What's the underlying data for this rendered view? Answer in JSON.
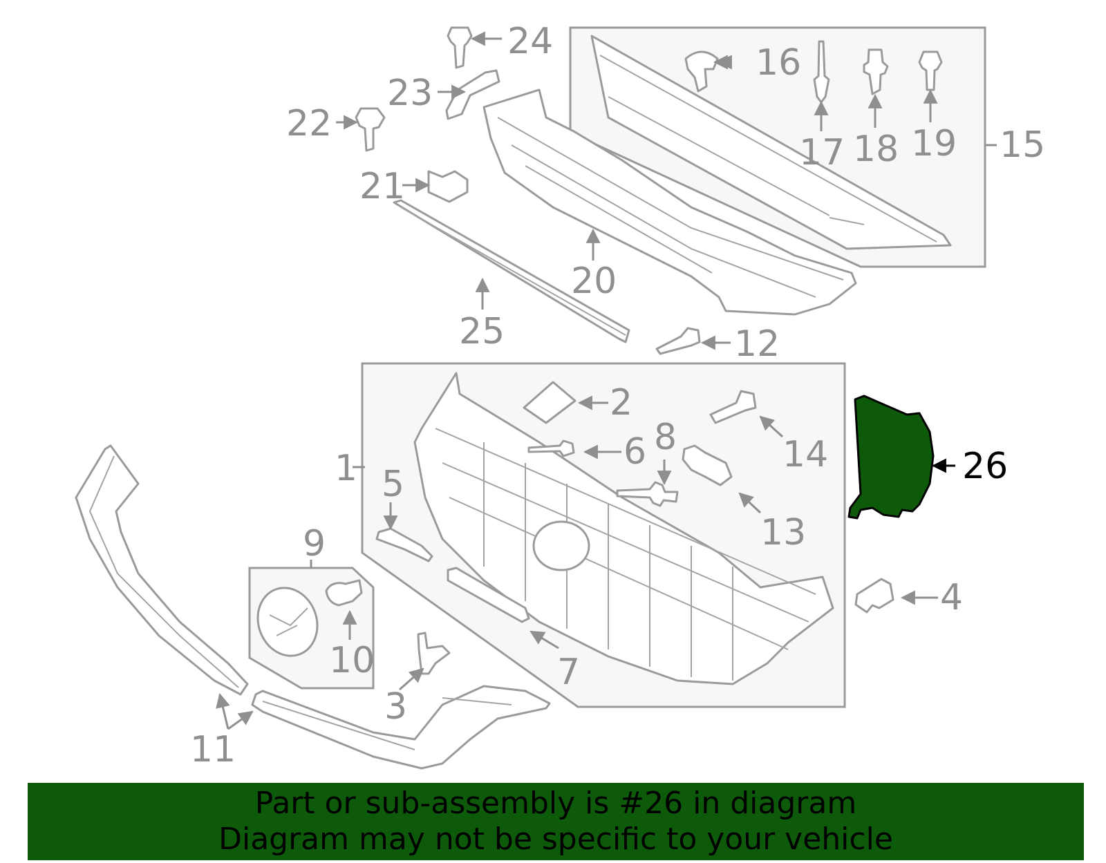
{
  "diagram": {
    "callouts": [
      "1",
      "2",
      "3",
      "4",
      "5",
      "6",
      "7",
      "8",
      "9",
      "10",
      "11",
      "12",
      "13",
      "14",
      "15",
      "16",
      "17",
      "18",
      "19",
      "20",
      "21",
      "22",
      "23",
      "24",
      "25",
      "26"
    ],
    "highlighted_part": "26",
    "highlight_color": "#0e5a0b",
    "line_color": "#9a9a9a"
  },
  "banner": {
    "line1": "Part or sub-assembly is #26 in diagram",
    "line2": "Diagram may not be specific to your vehicle",
    "background": "#0e5a0b"
  }
}
